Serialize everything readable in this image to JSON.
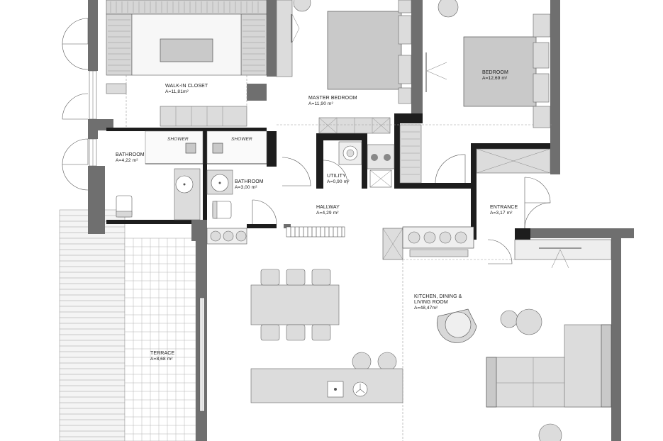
{
  "plan": {
    "rooms": [
      {
        "id": "walk-in-closet",
        "name": "WALK-IN CLOSET",
        "area": "A=11,81m²"
      },
      {
        "id": "master-bedroom",
        "name": "MASTER BEDROOM",
        "area": "A=11,90 m²"
      },
      {
        "id": "bedroom",
        "name": "BEDROOM",
        "area": "A=12,69 m²"
      },
      {
        "id": "bathroom-1",
        "name": "BATHROOM",
        "area": "A=4,22 m²"
      },
      {
        "id": "bathroom-2",
        "name": "BATHROOM",
        "area": "A=3,00 m²"
      },
      {
        "id": "utility",
        "name": "UTILITY",
        "area": "A=0,90 m²"
      },
      {
        "id": "hallway",
        "name": "HALLWAY",
        "area": "A=4,29 m²"
      },
      {
        "id": "entrance",
        "name": "ENTRANCE",
        "area": "A=3,17 m²"
      },
      {
        "id": "kitchen",
        "name_line1": "KITCHEN, DINING &",
        "name_line2": "LIVING ROOM",
        "area": "A=48,47m²"
      },
      {
        "id": "terrace",
        "name": "TERRACE",
        "area": "A=8,68 m²"
      }
    ],
    "fixtures": {
      "shower_1": "SHOWER",
      "shower_2": "SHOWER"
    }
  }
}
